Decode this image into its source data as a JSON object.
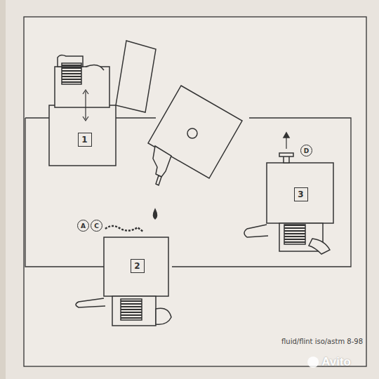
{
  "diagram": {
    "nodes": [
      {
        "text": [
          "1"
        ]
      },
      {
        "text": [
          "A"
        ]
      },
      {
        "text": [
          "C"
        ]
      },
      {
        "text": [
          "2"
        ]
      },
      {
        "text": [
          "D"
        ]
      },
      {
        "text": [
          "3"
        ]
      }
    ],
    "labels": [
      "fluid/flint iso/astm 8-98",
      "Avito"
    ]
  }
}
